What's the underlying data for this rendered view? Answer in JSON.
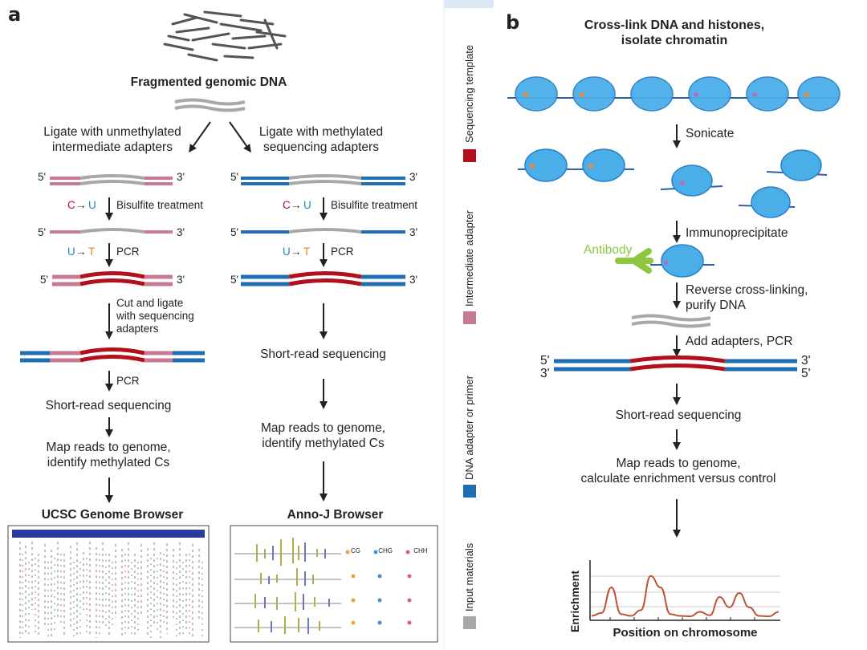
{
  "colors": {
    "dna_adapter_blue": "#1f6eb4",
    "intermediate_pink": "#c87a92",
    "sequencing_red": "#b4101c",
    "input_gray": "#a8a8a8",
    "histone_blue": "#4aaee8",
    "antibody_green": "#8dc63f",
    "enrichment_curve": "#c0513a"
  },
  "panel_a": {
    "letter": "a",
    "fragmented_label": "Fragmented genomic DNA",
    "left_branch": "Ligate with unmethylated\nintermediate adapters",
    "right_branch": "Ligate with methylated\nsequencing adapters",
    "c_to_u": "C",
    "c_to_u_b": "U",
    "u_to_t": "U",
    "u_to_t_b": "T",
    "bisulfite_left": "Bisulfite treatment",
    "bisulfite_right": "Bisulfite treatment",
    "pcr_left": "PCR",
    "pcr_right": "PCR",
    "cut_ligate": "Cut and ligate\nwith sequencing\nadapters",
    "pcr_left2": "PCR",
    "short_read_left": "Short-read sequencing",
    "map_left": "Map reads to genome,\nidentify methylated Cs",
    "short_read_right": "Short-read sequencing",
    "map_right": "Map reads to genome,\nidentify methylated Cs",
    "browser_left": "UCSC Genome Browser",
    "browser_right": "Anno-J Browser",
    "annoj_legend": [
      "CG",
      "CHG",
      "CHH"
    ],
    "end_5": "5'",
    "end_3": "3'"
  },
  "legend": {
    "items": [
      {
        "label": "Sequencing template",
        "color": "#b4101c"
      },
      {
        "label": "Intermediate adapter",
        "color": "#c87a92"
      },
      {
        "label": "DNA adapter or primer",
        "color": "#1f6eb4"
      },
      {
        "label": "Input materials",
        "color": "#a8a8a8"
      }
    ]
  },
  "panel_b": {
    "letter": "b",
    "title": "Cross-link DNA and histones,\nisolate chromatin",
    "sonicate": "Sonicate",
    "antibody": "Antibody",
    "immunoprecipitate": "Immunoprecipitate",
    "reverse": "Reverse cross-linking,\npurify DNA",
    "add_adapters": "Add adapters, PCR",
    "short_read": "Short-read sequencing",
    "map": "Map reads to genome,\ncalculate enrichment versus control",
    "end_5": "5'",
    "end_3": "3'"
  },
  "chart_data": {
    "type": "line",
    "title": "",
    "xlabel": "Position on chromosome",
    "ylabel": "Enrichment",
    "grid": true,
    "series": [
      {
        "values": [
          0.05,
          0.1,
          0.55,
          0.08,
          0.05,
          0.15,
          0.75,
          0.55,
          0.08,
          0.05,
          0.04,
          0.12,
          0.06,
          0.38,
          0.2,
          0.45,
          0.2,
          0.05,
          0.04,
          0.12
        ]
      }
    ]
  }
}
